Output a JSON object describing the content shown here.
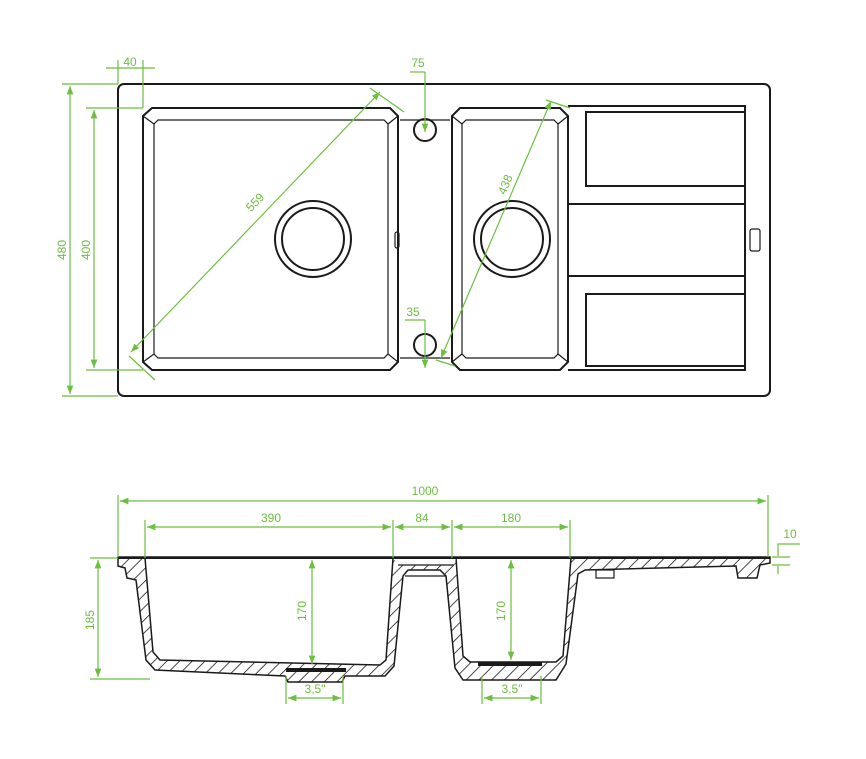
{
  "colors": {
    "dimension": "#6cbf3f",
    "outline": "#1a1a1a"
  },
  "top_view": {
    "dims": {
      "rim_width": "40",
      "tap_hole_offset": "75",
      "overall_depth": "480",
      "bowl_depth": "400",
      "main_bowl_diagonal": "559",
      "second_bowl_diagonal": "438",
      "hole_offset": "35"
    }
  },
  "side_view": {
    "dims": {
      "overall_width": "1000",
      "main_bowl_width": "390",
      "bridge_width": "84",
      "second_bowl_width": "180",
      "rim_thickness": "10",
      "overall_height": "185",
      "main_bowl_height": "170",
      "second_bowl_height": "170",
      "main_drain_size": "3,5\"",
      "second_drain_size": "3,5\""
    }
  }
}
